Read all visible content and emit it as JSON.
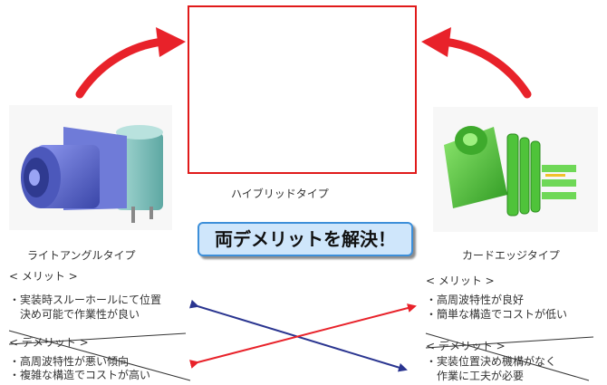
{
  "labels": {
    "right_angle": "ライトアングルタイプ",
    "hybrid": "ハイブリッドタイプ",
    "card_edge": "カードエッジタイプ"
  },
  "banner": "両デメリットを解決！",
  "left": {
    "merit_heading": "< メリット >",
    "merit_lines": [
      "・実装時スルーホールにて位置",
      "　決め可能で作業性が良い"
    ],
    "demerit_heading": "< デメリット >",
    "demerit_lines": [
      "・高周波特性が悪い傾向",
      "・複雑な構造でコストが高い"
    ]
  },
  "right": {
    "merit_heading": "< メリット >",
    "merit_lines": [
      "・高周波特性が良好",
      "・簡単な構造でコストが低い"
    ],
    "demerit_heading": "< デメリット >",
    "demerit_lines": [
      "・実装位置決め機構がなく",
      "　作業に工夫が必要"
    ]
  },
  "colors": {
    "red_arrow": "#e8222a",
    "blue_arrow": "#2a3590",
    "frame": "#e01a1a",
    "banner_bg": "#cfe6fb",
    "banner_border": "#3d8fd9",
    "connector_green": "#4fc33a",
    "connector_blue": "#5563c8",
    "connector_teal": "#7bbcb8"
  }
}
